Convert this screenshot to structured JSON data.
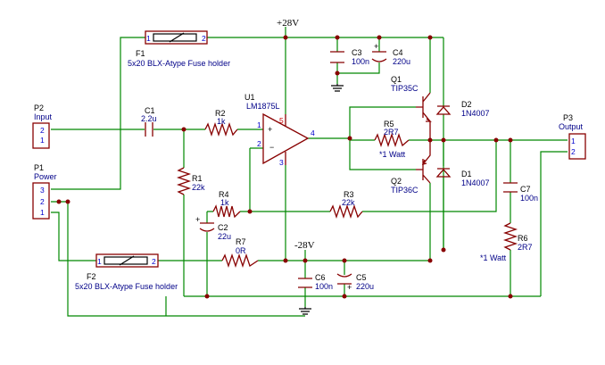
{
  "rails": {
    "positive": "+28V",
    "negative": "-28V"
  },
  "components": {
    "F1": {
      "ref": "F1",
      "desc": "5x20 BLX-Atype Fuse holder",
      "pin1": "1",
      "pin2": "2"
    },
    "F2": {
      "ref": "F2",
      "desc": "5x20 BLX-Atype Fuse holder",
      "pin1": "1",
      "pin2": "2"
    },
    "P2": {
      "ref": "P2",
      "name": "Input",
      "pin_top": "2",
      "pin_bottom": "1"
    },
    "P1": {
      "ref": "P1",
      "name": "Power",
      "pin_top": "3",
      "pin_mid": "2",
      "pin_bottom": "1"
    },
    "P3": {
      "ref": "P3",
      "name": "Output",
      "pin_top": "1",
      "pin_bottom": "2"
    },
    "C1": {
      "ref": "C1",
      "value": "2.2u"
    },
    "C2": {
      "ref": "C2",
      "value": "22u",
      "polarity": "+"
    },
    "C3": {
      "ref": "C3",
      "value": "100n"
    },
    "C4": {
      "ref": "C4",
      "value": "220u",
      "polarity": "+"
    },
    "C5": {
      "ref": "C5",
      "value": "220u",
      "polarity": "+"
    },
    "C6": {
      "ref": "C6",
      "value": "100n"
    },
    "C7": {
      "ref": "C7",
      "value": "100n"
    },
    "R1": {
      "ref": "R1",
      "value": "22k"
    },
    "R2": {
      "ref": "R2",
      "value": "1k"
    },
    "R3": {
      "ref": "R3",
      "value": "22k"
    },
    "R4": {
      "ref": "R4",
      "value": "1k"
    },
    "R5": {
      "ref": "R5",
      "value": "2R7",
      "note": "*1 Watt"
    },
    "R6": {
      "ref": "R6",
      "value": "2R7",
      "note": "*1 Watt"
    },
    "R7": {
      "ref": "R7",
      "value": "0R"
    },
    "U1": {
      "ref": "U1",
      "value": "LM1875L",
      "pin_plus": "1",
      "pin_minus": "2",
      "pin_out": "4",
      "pin_vplus": "5",
      "pin_vminus": "3",
      "sign_plus": "+",
      "sign_minus": "−"
    },
    "Q1": {
      "ref": "Q1",
      "value": "TIP35C"
    },
    "Q2": {
      "ref": "Q2",
      "value": "TIP36C"
    },
    "D1": {
      "ref": "D1",
      "value": "1N4007"
    },
    "D2": {
      "ref": "D2",
      "value": "1N4007"
    }
  }
}
